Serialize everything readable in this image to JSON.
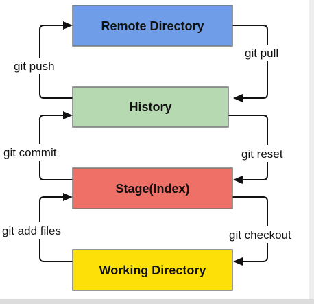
{
  "nodes": {
    "remote": {
      "label": "Remote Directory",
      "color": "#6f9de8"
    },
    "history": {
      "label": "History",
      "color": "#b7d9b1"
    },
    "stage": {
      "label": "Stage(Index)",
      "color": "#ef7066"
    },
    "working": {
      "label": "Working Directory",
      "color": "#fde007"
    }
  },
  "edges": {
    "push": {
      "label": "git push",
      "from": "History",
      "to": "Remote Directory"
    },
    "pull": {
      "label": "git pull",
      "from": "Remote Directory",
      "to": "History"
    },
    "commit": {
      "label": "git commit",
      "from": "Stage(Index)",
      "to": "History"
    },
    "reset": {
      "label": "git reset",
      "from": "History",
      "to": "Stage(Index)"
    },
    "add": {
      "label": "git add files",
      "from": "Working Directory",
      "to": "Stage(Index)"
    },
    "checkout": {
      "label": "git checkout",
      "from": "Stage(Index)",
      "to": "Working Directory"
    }
  }
}
